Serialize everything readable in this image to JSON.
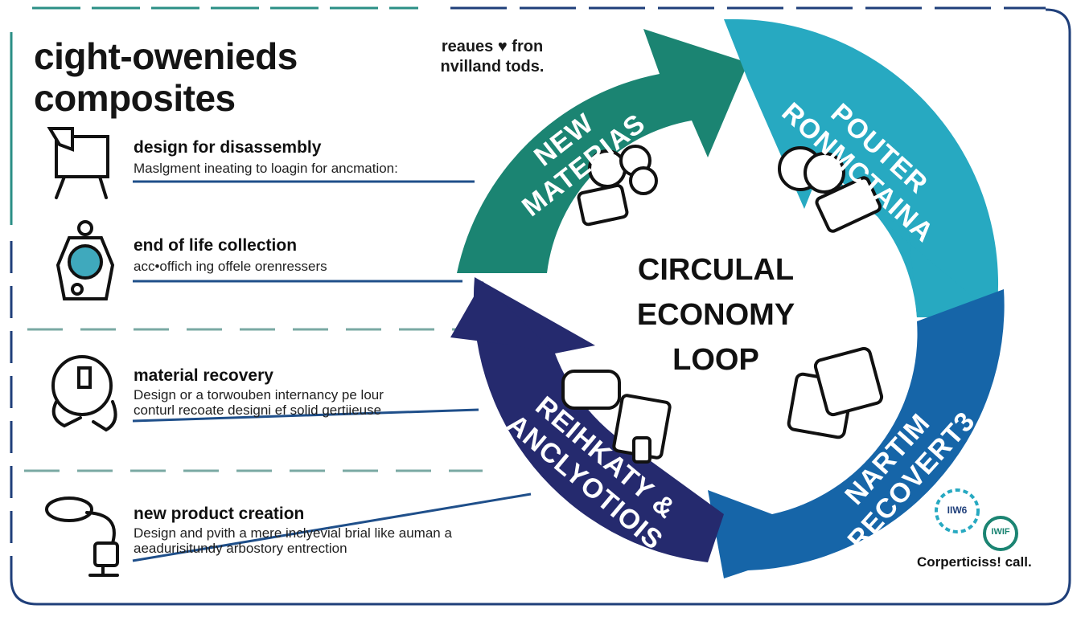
{
  "title": {
    "line1": "cight-owenieds",
    "line2": "composites"
  },
  "note": {
    "line1": "reaues ♥ fron",
    "line2": "nvilland tods."
  },
  "steps": [
    {
      "heading": "design for disassembly",
      "desc1": "Maslgment ineating to loagin for ancmation:",
      "desc2": "",
      "icon": "easel-icon"
    },
    {
      "heading": "end of life collection",
      "desc1": "acc•offich ing offele orenressers",
      "desc2": "",
      "icon": "collection-jar-icon"
    },
    {
      "heading": "material recovery",
      "desc1": "Design or a torwouben internancy pe lour",
      "desc2": "conturl recoate designi ef solid gertiieuse",
      "icon": "recovery-hands-icon"
    },
    {
      "heading": "new product creation",
      "desc1": "Design and pvith a mere inclyevial brial like auman a",
      "desc2": "aeadurisitundy arbostory entrection",
      "icon": "lamp-icon"
    }
  ],
  "center": {
    "line1": "CIRCULAL",
    "line2": "ECONOMY",
    "line3": "LOOP"
  },
  "segments": {
    "new_materials": {
      "line1": "NEW",
      "line2": "MATERIAS"
    },
    "top_right": {
      "line1": "POUTER",
      "line2": "RONMCTAINA"
    },
    "bottom_right": {
      "line1": "NARTIM",
      "line2": "RECOVERT3"
    },
    "bottom_left": {
      "line1": "REIHKATY &",
      "line2": "ANCLYOTIOIS"
    }
  },
  "badge": {
    "circle1": "IIW6",
    "circle2": "IWIF",
    "text": "Corperticiss! call."
  },
  "colors": {
    "green": "#1b8472",
    "teal": "#27a9c1",
    "navy": "#252a6e",
    "blue": "#1665a8",
    "rule_blue": "#1f4f8a",
    "dash": "#7aa9a3",
    "frame": "#1f3f7a"
  }
}
